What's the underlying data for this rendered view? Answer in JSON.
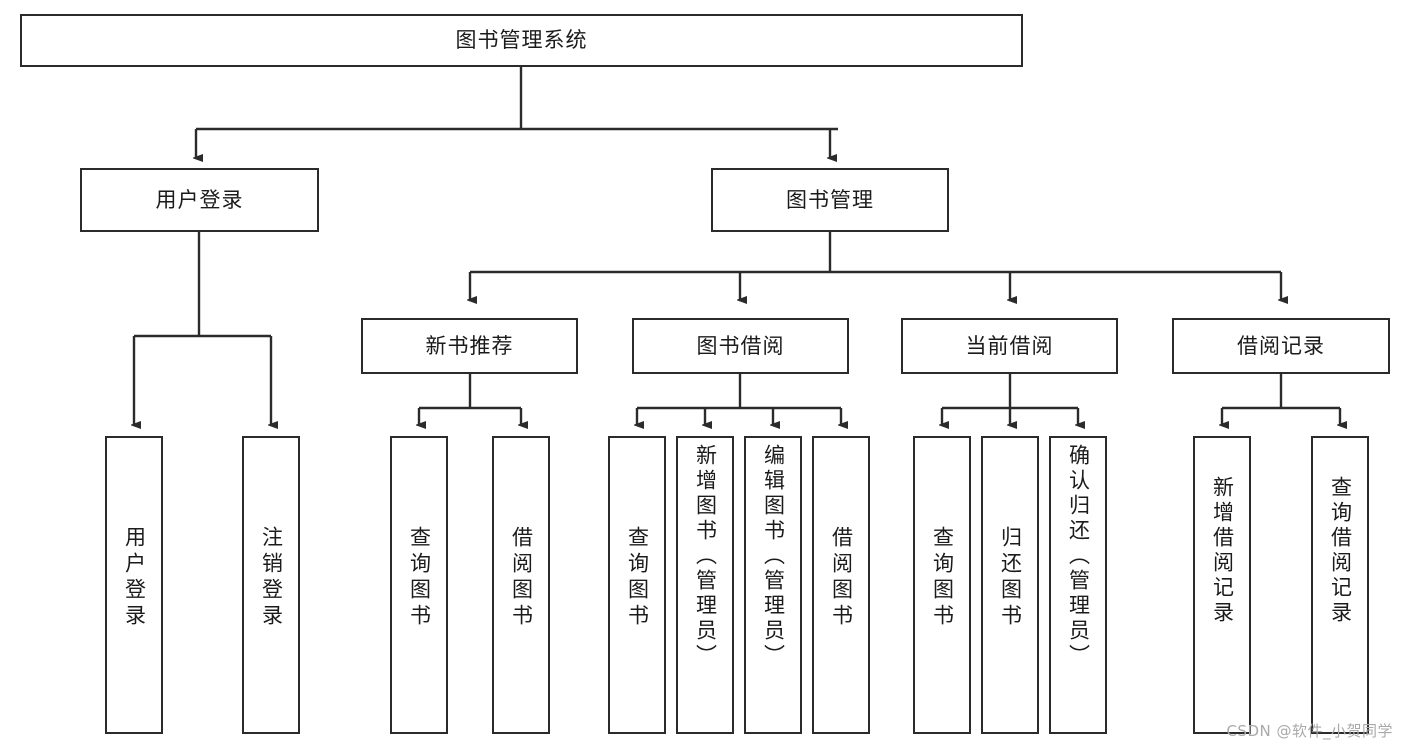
{
  "diagram": {
    "title": "图书管理系统",
    "type": "tree-hierarchy-chart",
    "root": {
      "id": "root",
      "label": "图书管理系统"
    },
    "level1": [
      {
        "id": "user-login",
        "label": "用户登录"
      },
      {
        "id": "book-manage",
        "label": "图书管理"
      }
    ],
    "level2": [
      {
        "id": "new-book-recommend",
        "label": "新书推荐"
      },
      {
        "id": "book-borrow",
        "label": "图书借阅"
      },
      {
        "id": "current-borrow",
        "label": "当前借阅"
      },
      {
        "id": "borrow-record",
        "label": "借阅记录"
      }
    ],
    "leaves": {
      "user_login": [
        {
          "id": "leaf-user-login",
          "label": "用户登录"
        },
        {
          "id": "leaf-user-logout",
          "label": "注销登录"
        }
      ],
      "new_book_recommend": [
        {
          "id": "leaf-query-book-1",
          "label": "查询图书"
        },
        {
          "id": "leaf-borrow-book-1",
          "label": "借阅图书"
        }
      ],
      "book_borrow": [
        {
          "id": "leaf-query-book-2",
          "label": "查询图书"
        },
        {
          "id": "leaf-add-book",
          "label": "新增图书（管理员）"
        },
        {
          "id": "leaf-edit-book",
          "label": "编辑图书（管理员）"
        },
        {
          "id": "leaf-borrow-book-2",
          "label": "借阅图书"
        }
      ],
      "current_borrow": [
        {
          "id": "leaf-query-book-3",
          "label": "查询图书"
        },
        {
          "id": "leaf-return-book",
          "label": "归还图书"
        },
        {
          "id": "leaf-confirm-return",
          "label": "确认归还（管理员）"
        }
      ],
      "borrow_record": [
        {
          "id": "leaf-add-record",
          "label": "新增借阅记录"
        },
        {
          "id": "leaf-query-record",
          "label": "查询借阅记录"
        }
      ]
    }
  },
  "watermark": {
    "text": "CSDN @软件_小贺同学"
  },
  "colors": {
    "stroke": "#2b2b2b",
    "fill": "#ffffff",
    "text": "#1b1b1b",
    "watermark": "#a9a9a9"
  }
}
